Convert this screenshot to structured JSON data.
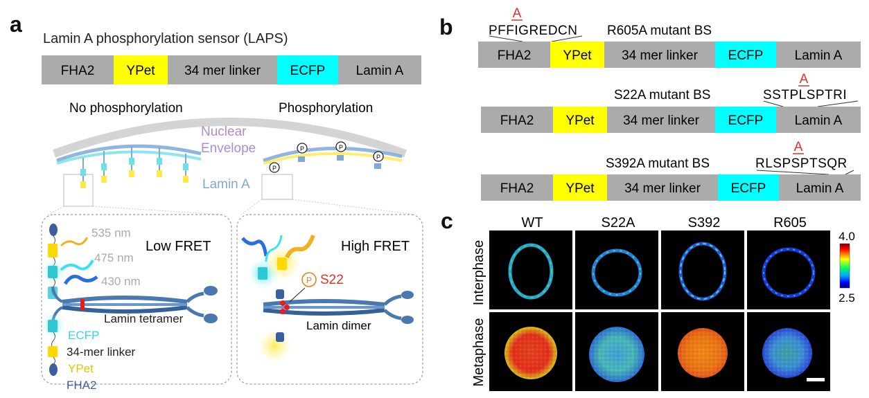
{
  "panel_a": {
    "letter": "a",
    "title": "Lamin A phosphorylation sensor (LAPS)",
    "construct": [
      "FHA2",
      "YPet",
      "34 mer linker",
      "ECFP",
      "Lamin A"
    ],
    "no_phos": "No phosphorylation",
    "phos": "Phosphorylation",
    "nuclear": "Nuclear",
    "envelope": "Envelope",
    "lamin_a": "Lamin A",
    "phospho_mark": "P",
    "low_box": {
      "title": "Low FRET",
      "wl_535": "535 nm",
      "wl_475": "475 nm",
      "wl_430": "430 nm",
      "tetramer": "Lamin tetramer",
      "ecfp": "ECFP",
      "linker": "34-mer linker",
      "ypet": "YPet",
      "fha2": "FHA2"
    },
    "high_box": {
      "title": "High FRET",
      "s22": "S22",
      "dimer": "Lamin dimer"
    }
  },
  "panel_b": {
    "letter": "b",
    "mutants": [
      {
        "name": "R605A mutant BS",
        "seq": "PFFIGREDCN",
        "mut": "A"
      },
      {
        "name": "S22A mutant BS",
        "seq": "SSTPLSPTRI",
        "mut": "A"
      },
      {
        "name": "S392A mutant BS",
        "seq": "RLSPSPTSQR",
        "mut": "A"
      }
    ],
    "construct": [
      "FHA2",
      "YPet",
      "34 mer linker",
      "ECFP",
      "Lamin A"
    ]
  },
  "panel_c": {
    "letter": "c",
    "columns": [
      "WT",
      "S22A",
      "S392",
      "R605"
    ],
    "rows": [
      "Interphase",
      "Metaphase"
    ],
    "colorbar_max": "4.0",
    "colorbar_min": "2.5"
  },
  "colors": {
    "segment_gray": "#acabab",
    "ypet_yellow": "#ffff00",
    "ecfp_cyan": "#00ffff",
    "mutation_red": "#e0302b",
    "envelope_purple": "#b08ad0",
    "lamin_blue": "#7ea8d8"
  }
}
